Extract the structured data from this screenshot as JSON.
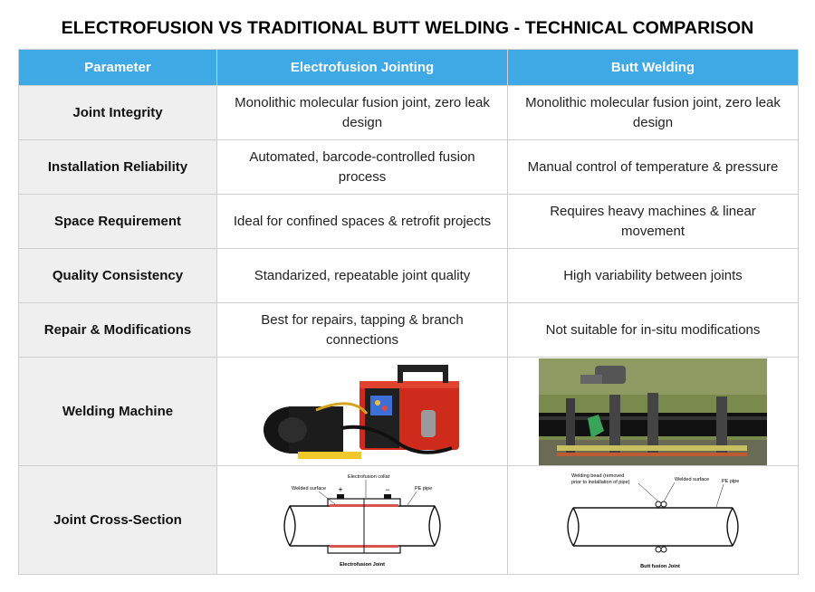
{
  "title": "ELECTROFUSION VS TRADITIONAL BUTT WELDING - TECHNICAL COMPARISON",
  "header": {
    "param": "Parameter",
    "ef": "Electrofusion Jointing",
    "bw": "Butt Welding"
  },
  "rows": [
    {
      "param": "Joint Integrity",
      "ef": "Monolithic molecular fusion joint, zero leak design",
      "bw": "Monolithic molecular fusion joint, zero leak design"
    },
    {
      "param": "Installation Reliability",
      "ef": "Automated, barcode-controlled fusion process",
      "bw": "Manual control of temperature & pressure"
    },
    {
      "param": "Space Requirement",
      "ef": "Ideal for confined spaces & retrofit projects",
      "bw": "Requires heavy machines & linear movement"
    },
    {
      "param": "Quality Consistency",
      "ef": "Standarized, repeatable joint quality",
      "bw": "High variability between joints"
    },
    {
      "param": "Repair & Modifications",
      "ef": "Best for repairs, tapping & branch connections",
      "bw": "Not suitable for in-situ modifications"
    },
    {
      "param": "Welding Machine"
    },
    {
      "param": "Joint Cross-Section"
    }
  ],
  "diagrams": {
    "ef": {
      "collar": "Electrofusion collar",
      "surface": "Welded surface",
      "pipe": "PE pipe",
      "plus": "+",
      "minus": "−",
      "caption": "Electrofusion Joint"
    },
    "bw": {
      "bead": "Welding bead (removed",
      "bead2": "prior to installation of pipe)",
      "surface": "Welded surface",
      "pipe": "PE pipe",
      "caption": "Butt fusion Joint"
    }
  }
}
